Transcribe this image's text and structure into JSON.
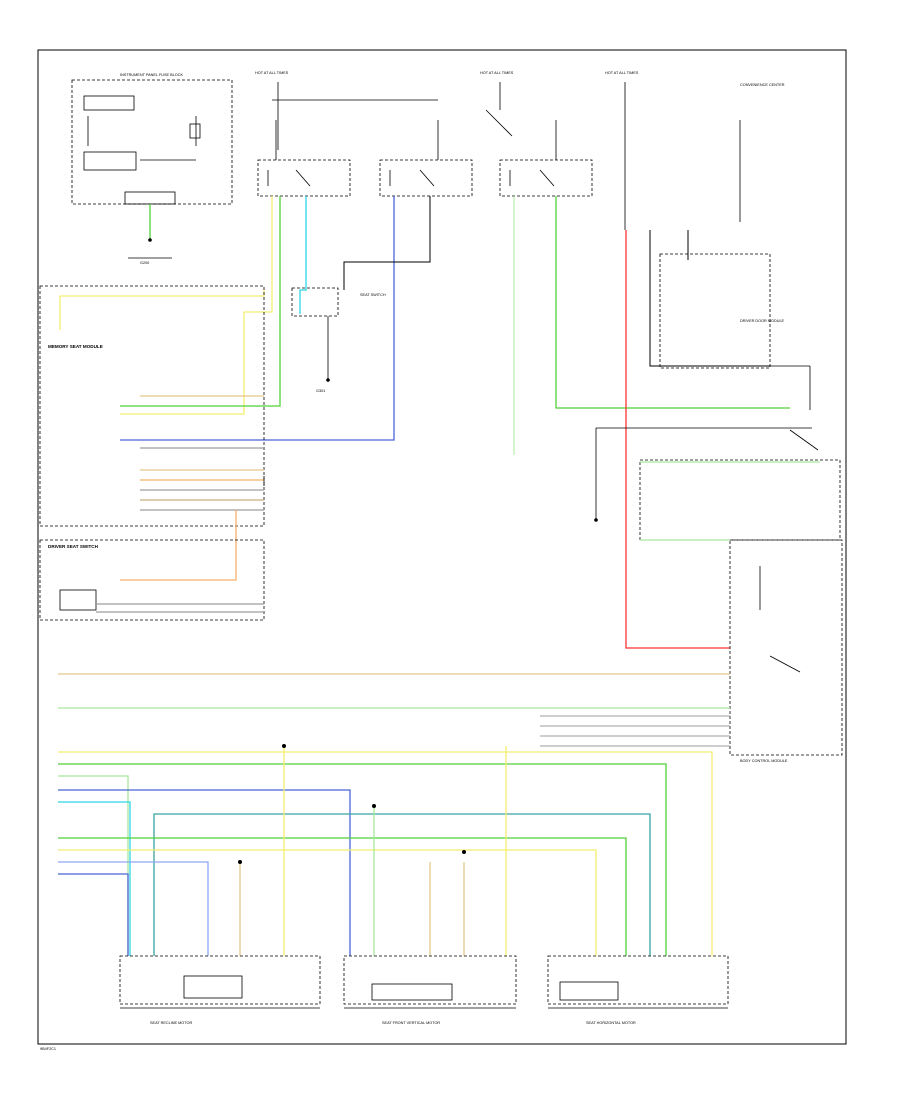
{
  "colors": {
    "yellow": "#f3ee70",
    "green": "#52d13a",
    "light_green": "#a7e89a",
    "blue": "#4a64d8",
    "light_blue": "#8fa8f0",
    "cyan": "#2fd6e6",
    "teal": "#3aa3a3",
    "red": "#ff3333",
    "orange": "#f3b06a",
    "tan": "#e2c88a",
    "grey": "#9e9e9e"
  },
  "header": {
    "top_left_box_title": "INSTRUMENT PANEL FUSE BLOCK",
    "hot_at": [
      "HOT AT ALL TIMES",
      "HOT AT ALL TIMES",
      "HOT AT ALL TIMES"
    ],
    "top_right_note": "CONVENIENCE CENTER"
  },
  "modules": {
    "left_main": "MEMORY SEAT MODULE",
    "left_bottom": "DRIVER SEAT SWITCH",
    "center_note": "SEAT SWITCH",
    "right_upper": "DRIVER DOOR MODULE",
    "right_lower": "BODY CONTROL MODULE"
  },
  "motors": {
    "m1": "SEAT RECLINE MOTOR",
    "m2": "SEAT FRONT VERTICAL MOTOR",
    "m3": "SEAT HORIZONTAL MOTOR"
  },
  "ground_labels": [
    "G200",
    "G301"
  ],
  "page_id": "9B4F2C1"
}
